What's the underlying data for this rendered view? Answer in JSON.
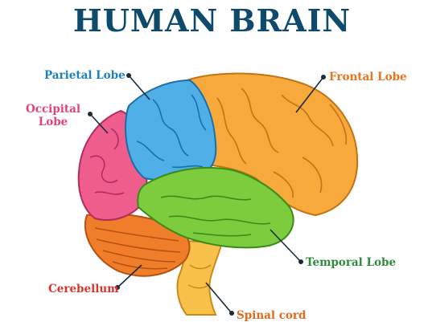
{
  "title": "HUMAN BRAIN",
  "labels": {
    "parietal": "Parietal Lobe",
    "occipital_line1": "Occipital",
    "occipital_line2": "Lobe",
    "frontal": "Frontal Lobe",
    "temporal": "Temporal Lobe",
    "cerebellum": "Cerebellum",
    "spinal": "Spinal cord"
  },
  "colors": {
    "title": "#0e4a6b",
    "frontal": "#f7a93b",
    "parietal": "#4fb0e8",
    "occipital": "#ee5d8c",
    "temporal": "#7ccc3e",
    "cerebellum": "#ef7d2a",
    "brainstem": "#f8c24a",
    "label_blue": "#1e7fbf",
    "label_orange": "#e8731e",
    "label_pink": "#e0457a",
    "label_green": "#2e8b3d",
    "label_red": "#d9352e",
    "label_dark_orange": "#e06a1a"
  }
}
